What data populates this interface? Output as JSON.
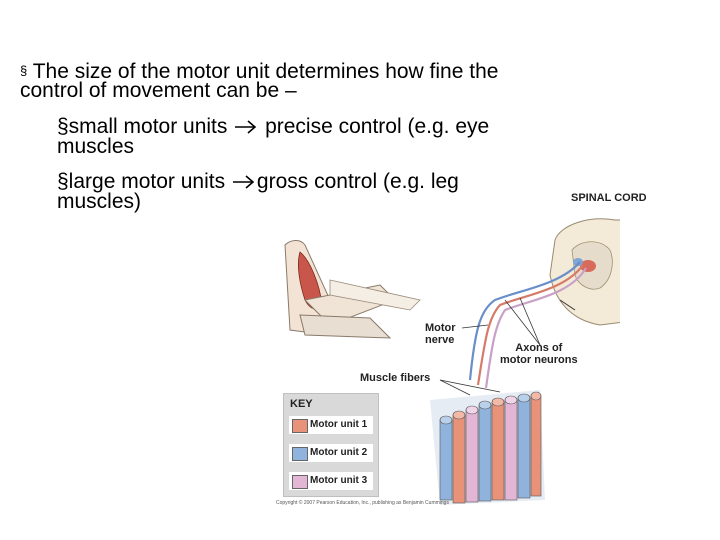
{
  "text": {
    "bullet_char": "§",
    "line1": " The size of the motor unit determines how fine the",
    "line2": "control of movement can be –",
    "sub1_a": "§small motor units ",
    "sub1_b": " precise control (e.g. eye",
    "sub1_c": "muscles",
    "sub2_a": "§large motor units ",
    "sub2_b": "gross control (e.g. leg",
    "sub2_c": "muscles)"
  },
  "figure": {
    "spinal_cord_label": "SPINAL CORD",
    "motor_nerve_label": "Motor\nnerve",
    "axons_label": "Axons of\nmotor neurons",
    "muscle_fibers_label": "Muscle fibers",
    "key_title": "KEY",
    "key_items": [
      {
        "label": "Motor unit 1",
        "color": "#e8927a"
      },
      {
        "label": "Motor unit 2",
        "color": "#8fb3dc"
      },
      {
        "label": "Motor unit 3",
        "color": "#e3b6d6"
      }
    ],
    "copyright": "Copyright © 2007 Pearson Education, Inc., publishing as Benjamin Cummings"
  }
}
